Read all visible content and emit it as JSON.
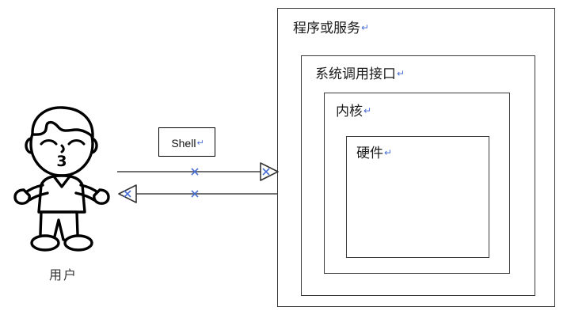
{
  "diagram": {
    "title_present": false,
    "background_color": "#ffffff",
    "line_color": "#3b3b3b",
    "handle_color": "#4a6fd4"
  },
  "layers": [
    {
      "label": "程序或服务",
      "mark": "↵",
      "name": "programs-or-services"
    },
    {
      "label": "系统调用接口",
      "mark": "↵",
      "name": "system-call-interface"
    },
    {
      "label": "内核",
      "mark": "↵",
      "name": "kernel"
    },
    {
      "label": "硬件",
      "mark": "↵",
      "name": "hardware"
    }
  ],
  "shell": {
    "label": "Shell",
    "mark": "↵"
  },
  "user": {
    "caption": "用户"
  },
  "arrows": [
    {
      "name": "user-to-system",
      "direction": "right",
      "handle": "×"
    },
    {
      "name": "system-to-user",
      "direction": "left",
      "handle": "×"
    }
  ]
}
